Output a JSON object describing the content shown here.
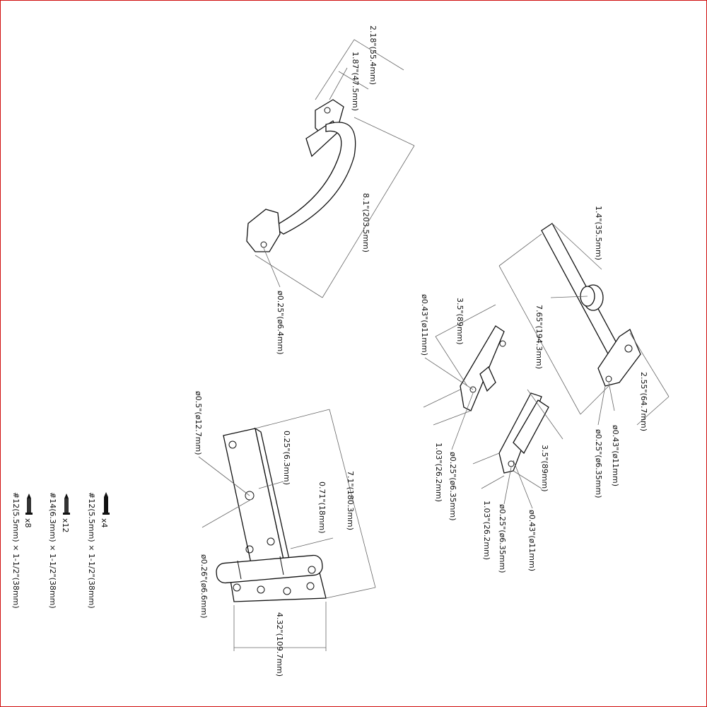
{
  "handle": {
    "dim_overall_width": "2.18\"(55.4mm)",
    "dim_base_width": "1.87\"(47.5mm)",
    "dim_length": "8.1\"(203.5mm)",
    "dim_hole": "ø0.25\"(ø6.4mm)"
  },
  "bolt": {
    "dim_knob": "1.4\"(35.5mm)",
    "dim_length": "7.65\"(194.3mm)",
    "dim_plate": "2.55\"(64.7mm)",
    "dim_large_hole": "ø0.43\"(ø11mm)",
    "dim_small_hole": "ø0.25\"(ø6.35mm)"
  },
  "keeper_a": {
    "dim_length": "3.5\"(89mm)",
    "dim_large_hole": "ø0.43\"(ø11mm)",
    "dim_width": "1.03\"(26.2mm)",
    "dim_small_hole": "ø0.25\"(ø6.35mm)"
  },
  "keeper_b": {
    "dim_length": "3.5\"(89mm)",
    "dim_width": "1.03\"(26.2mm)",
    "dim_small_hole": "ø0.25\"(ø6.35mm)",
    "dim_large_hole": "ø0.43\"(ø11mm)"
  },
  "hinge": {
    "dim_large_hole": "ø0.5\"(ø12.7mm)",
    "dim_thickness": "0.25\"(6.3mm)",
    "dim_length": "7.1\"(180.3mm)",
    "dim_pin": "0.71\"(18mm)",
    "dim_small_hole": "ø0.26\"(ø6.6mm)",
    "dim_width": "4.32\"(109.7mm)"
  },
  "screws": [
    {
      "qty": "x4",
      "spec": "#12(5.5mm) × 1-1/2\"(38mm)"
    },
    {
      "qty": "x12",
      "spec": "#14(6.3mm) × 1-1/2\"(38mm)"
    },
    {
      "qty": "x8",
      "spec": "#12(5.5mm) × 1-1/2\"(38mm)"
    }
  ]
}
